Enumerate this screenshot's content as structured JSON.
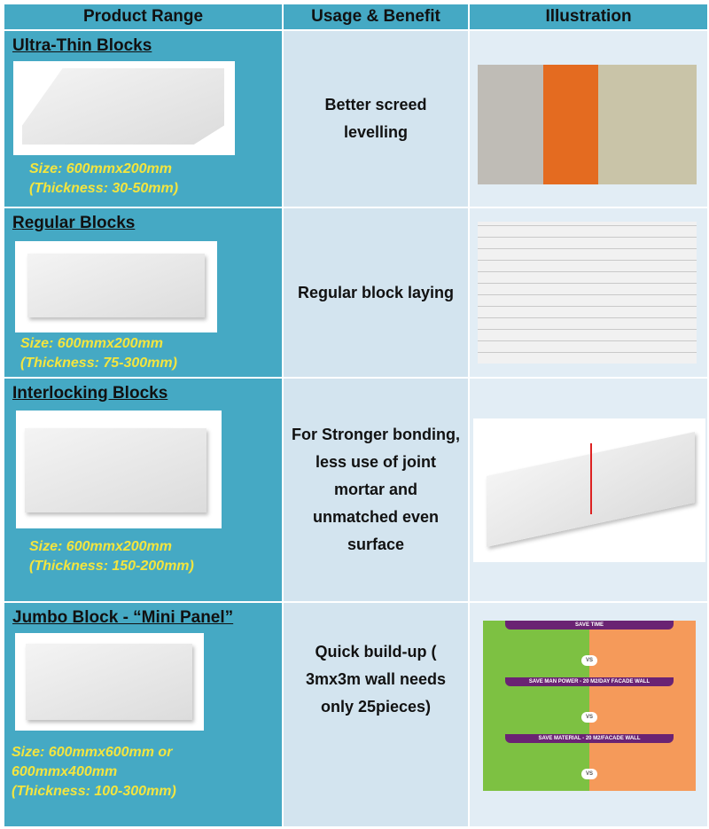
{
  "headers": [
    "Product Range",
    "Usage & Benefit",
    "Illustration"
  ],
  "rows": [
    {
      "title": "Ultra-Thin Blocks",
      "size": "Size: 600mmx200mm",
      "thickness": "(Thickness: 30-50mm)",
      "benefit": "Better screed levelling"
    },
    {
      "title": "Regular Blocks",
      "size": "Size: 600mmx200mm",
      "thickness": "(Thickness: 75-300mm)",
      "benefit": "Regular block laying"
    },
    {
      "title": "Interlocking Blocks",
      "size": "Size: 600mmx200mm",
      "thickness": "(Thickness: 150-200mm)",
      "benefit": "For Stronger bonding, less use of joint mortar and unmatched even surface"
    },
    {
      "title": "Jumbo Block  - “Mini Panel”",
      "size": "Size: 600mmx600mm or",
      "size2": "600mmx400mm",
      "thickness": "(Thickness: 100-300mm)",
      "benefit": "Quick build-up ( 3mx3m wall needs only 25pieces)"
    }
  ],
  "infographic": {
    "band1": "SAVE TIME",
    "band2": "SAVE MAN POWER - 20 M2/DAY FACADE WALL",
    "band3": "SAVE MATERIAL - 20 M2/FACADE WALL",
    "vs": "VS"
  },
  "colors": {
    "teal": "#45a9c4",
    "yellow": "#f3e53f"
  }
}
